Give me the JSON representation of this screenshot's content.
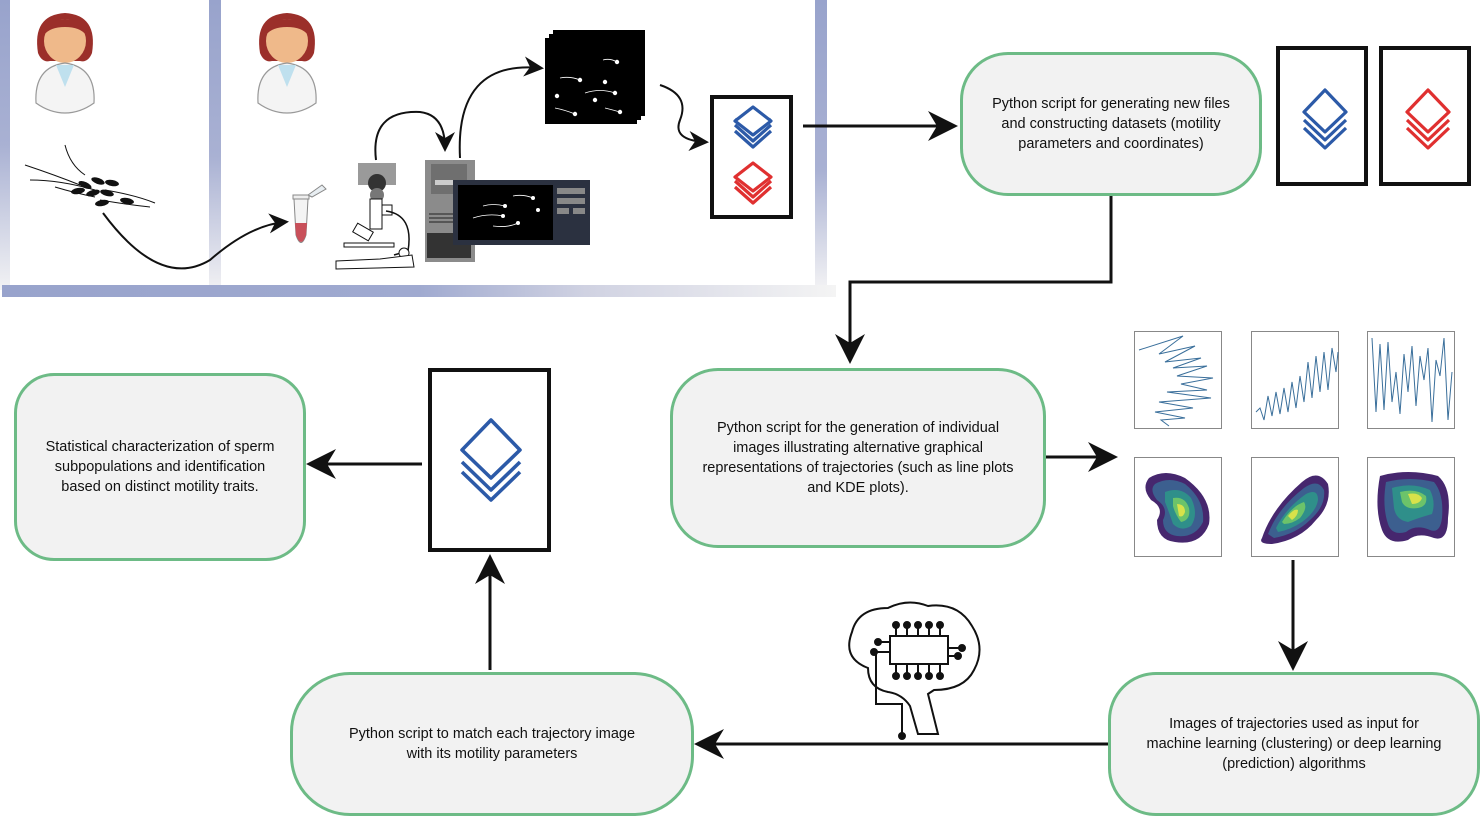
{
  "diagram": {
    "title": "Sperm trajectory analysis workflow",
    "nodes": {
      "dataset_script": {
        "text": "Python script for generating new files and constructing datasets (motility parameters and coordinates)"
      },
      "image_generation_script": {
        "text": "Python script for the generation of individual images illustrating alternative graphical representations of trajectories (such as line plots and KDE plots)."
      },
      "ml_input": {
        "text": "Images of trajectories used as input for machine learning (clustering) or deep learning (prediction) algorithms"
      },
      "match_script": {
        "text": "Python script to match each trajectory image with its motility parameters"
      },
      "statistical_characterization": {
        "text": "Statistical characterization of sperm subpopulations and identification based on distinct motility traits."
      }
    },
    "icons": {
      "researcher": "researcher-avatar-icon",
      "sperm_sample": "sperm-cells-icon",
      "tube": "eppendorf-tube-icon",
      "microscope": "microscope-camera-icon",
      "computer": "casa-computer-icon",
      "video_frames": "video-frames-icon",
      "dataset": "layers-stack-icon",
      "brain": "brain-chip-icon"
    },
    "colors": {
      "node_border": "#6dbb86",
      "node_fill": "#f2f2f2",
      "dataset_blue": "#2c5aa8",
      "dataset_red": "#e03030",
      "panel_bar": "#98a3cc",
      "kde_dark": "#46276e",
      "kde_light": "#d8e24a",
      "line_plot": "#3a6f9b"
    },
    "plots": {
      "line_plots": 3,
      "kde_plots": 3
    }
  }
}
